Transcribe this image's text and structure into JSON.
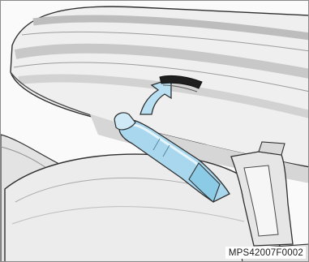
{
  "figure": {
    "code": "MPS42007F0002",
    "colors": {
      "outline": "#2e2e2e",
      "seat_light": "#f1f1f1",
      "seat_mid": "#dcdcdc",
      "seat_dark": "#c4c4c4",
      "bracket": "#e6e6e6",
      "highlight_fill": "#a9d8ee",
      "highlight_light": "#cfeaf6",
      "arrow_fill": "#b9e0f2",
      "strap": "#1f1f1f"
    },
    "icons": [
      "upward-arrow-icon",
      "release-handle",
      "seat-release-strap"
    ]
  }
}
